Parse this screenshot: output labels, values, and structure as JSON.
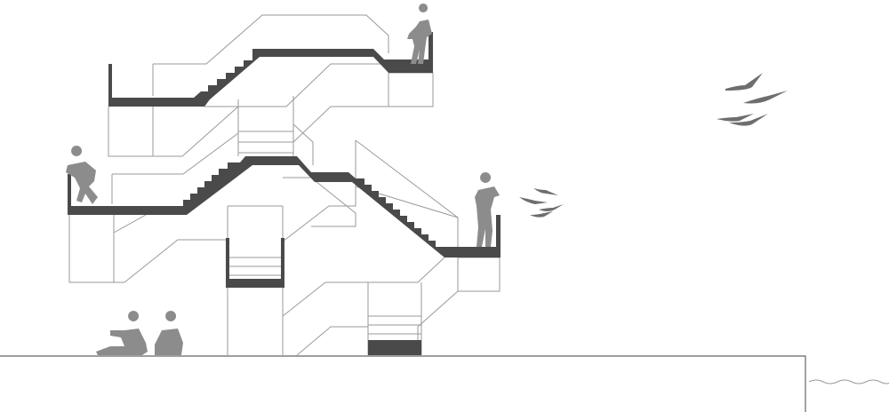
{
  "drawing": {
    "kind": "architectural-section",
    "subject": "observation-tower-stairs",
    "colors": {
      "slab": "#4a4a4a",
      "outline": "#9a9a9a",
      "people": "#8c8c8c",
      "birds": "#6e6e6e",
      "water": "#9a9a9a",
      "background": "#ffffff"
    },
    "icons": [
      "person-silhouette",
      "bird-silhouette",
      "water-wave"
    ]
  }
}
